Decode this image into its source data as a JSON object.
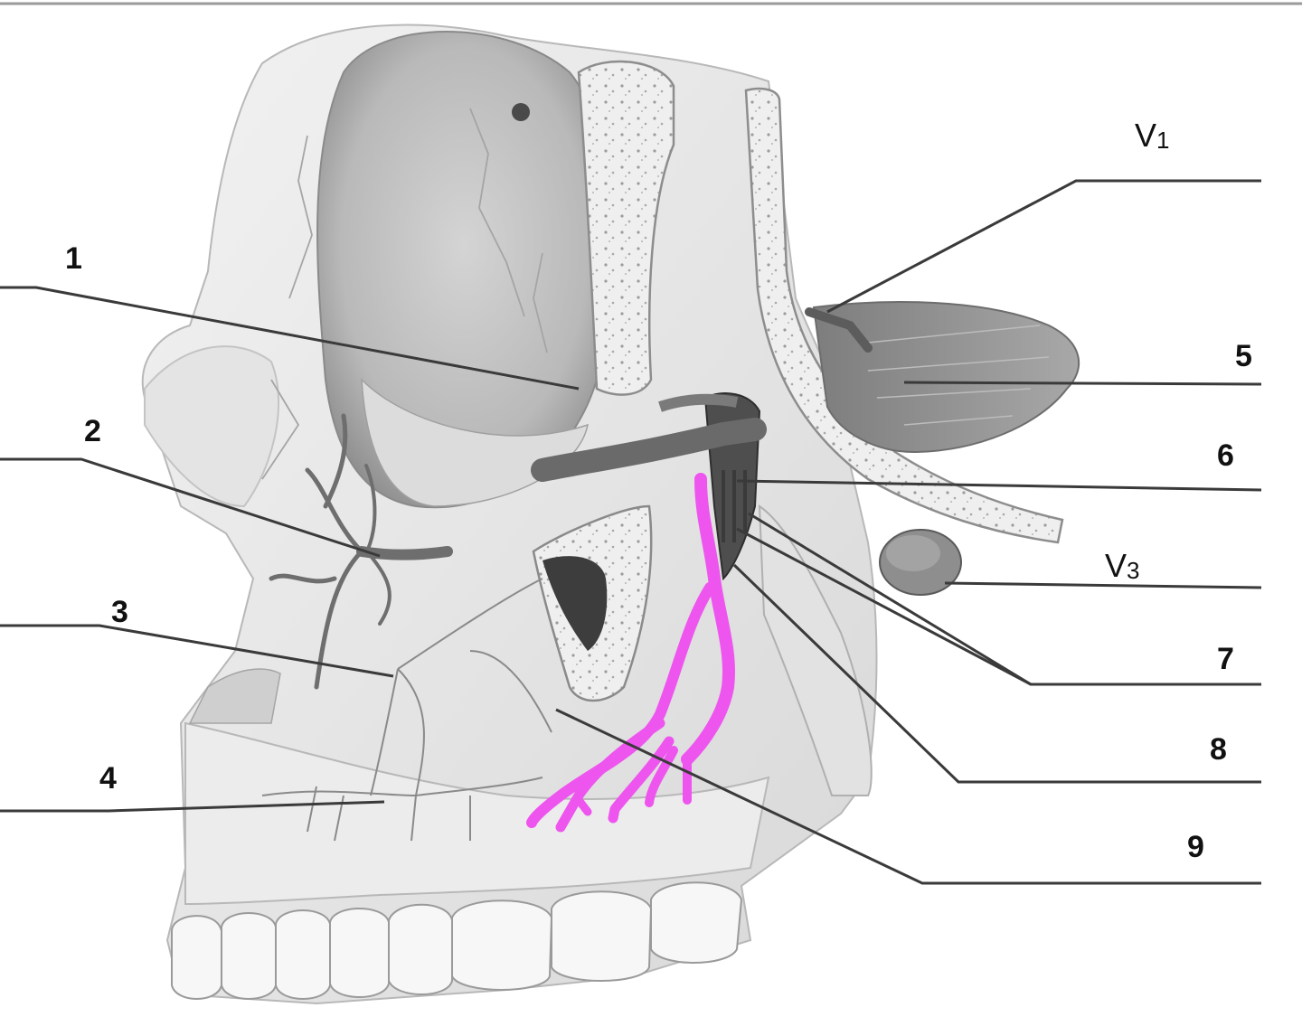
{
  "figure": {
    "colors": {
      "background": "#ffffff",
      "bone_light": "#ececec",
      "bone_mid": "#cfcfcf",
      "bone_dark": "#9a9a9a",
      "nerve_gray": "#6e6e6e",
      "leader_line": "#3a3a3a",
      "highlight_nerve": "#ee55ee",
      "label_text": "#111111"
    },
    "labels": {
      "l1": "1",
      "l2": "2",
      "l3": "3",
      "l4": "4",
      "l5": "5",
      "l6": "6",
      "l7": "7",
      "l8": "8",
      "l9": "9",
      "v1_letter": "V",
      "v1_sub": "1",
      "v3_letter": "V",
      "v3_sub": "3"
    }
  }
}
